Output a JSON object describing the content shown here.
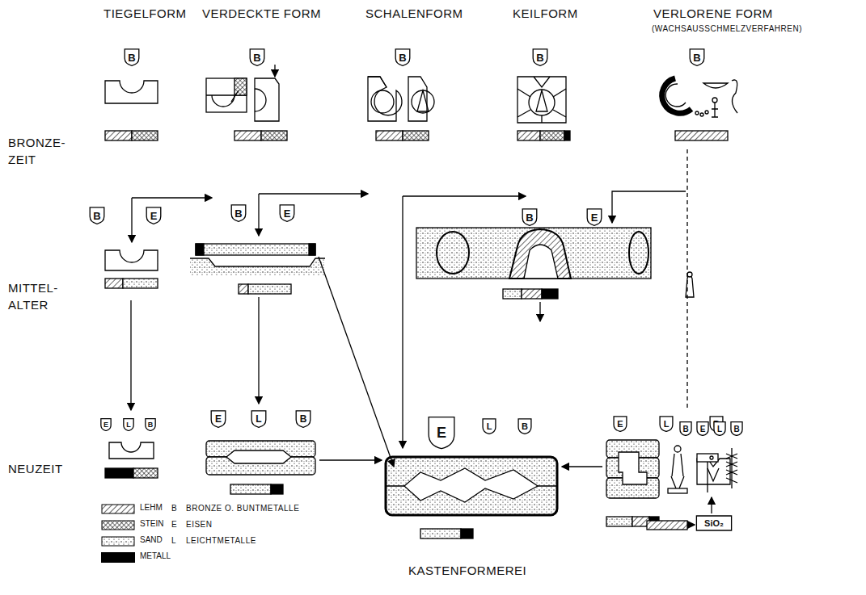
{
  "diagram": {
    "nodes": [
      {
        "text": [
          "B"
        ]
      },
      {
        "text": [
          "B"
        ]
      },
      {
        "text": [
          "B"
        ]
      },
      {
        "text": [
          "B"
        ]
      },
      {
        "text": [
          "B"
        ]
      },
      {
        "text": [
          "B"
        ]
      },
      {
        "text": [
          "E"
        ]
      },
      {
        "text": [
          "B"
        ]
      },
      {
        "text": [
          "E"
        ]
      },
      {
        "text": [
          "B"
        ]
      },
      {
        "text": [
          "E"
        ]
      },
      {
        "text": [
          "E"
        ]
      },
      {
        "text": [
          "L"
        ]
      },
      {
        "text": [
          "B"
        ]
      },
      {
        "text": [
          "E"
        ]
      },
      {
        "text": [
          "L"
        ]
      },
      {
        "text": [
          "B"
        ]
      },
      {
        "text": [
          "E"
        ]
      },
      {
        "text": [
          "L"
        ]
      },
      {
        "text": [
          "B"
        ]
      },
      {
        "text": [
          "E"
        ]
      },
      {
        "text": [
          "L"
        ]
      },
      {
        "text": [
          "B"
        ]
      },
      {
        "text": [
          "B"
        ]
      },
      {
        "text": [
          "E"
        ]
      },
      {
        "text": [
          "L"
        ]
      },
      {
        "text": [
          "B"
        ]
      },
      {
        "text": [
          "SiO₂"
        ]
      }
    ],
    "labels": [
      "TIEGELFORM",
      "VERDECKTE FORM",
      "SCHALENFORM",
      "KEILFORM",
      "VERLORENE FORM",
      "(WACHSAUSSCHMELZVERFAHREN)",
      "BRONZE- ZEIT",
      "MITTEL- ALTER",
      "NEUZEIT",
      "KASTENFORMEREI",
      "B",
      "BRONZE O. BUNTMETALLE",
      "E",
      "EISEN",
      "L",
      "LEICHTMETALLE"
    ],
    "legend": [
      {
        "text": "LEHM"
      },
      {
        "text": "STEIN"
      },
      {
        "text": "SAND"
      },
      {
        "text": "METALL",
        "color": "#000000"
      }
    ]
  }
}
